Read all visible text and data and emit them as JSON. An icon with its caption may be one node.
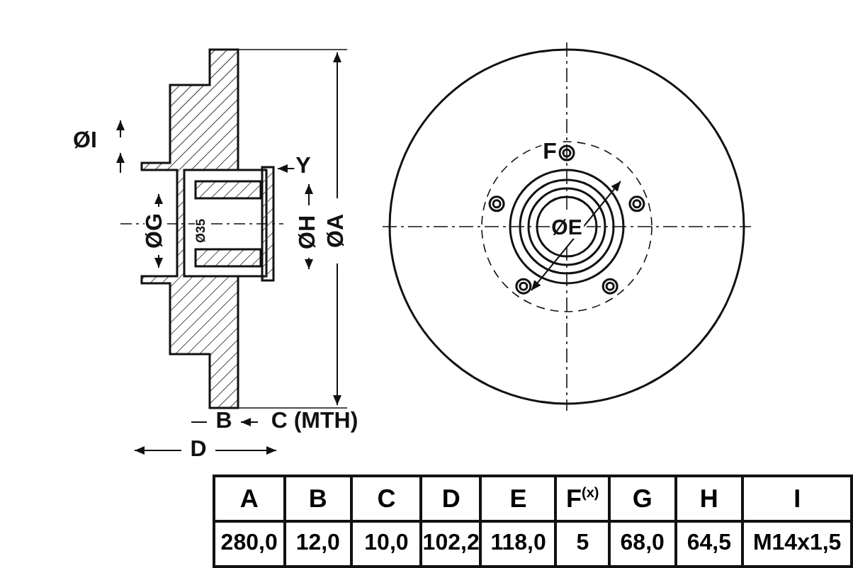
{
  "diagram": {
    "labels": [
      "ØI",
      "Y",
      "ØG",
      "Ø35",
      "ØH",
      "ØA",
      "F",
      "ØE",
      "B",
      "C (MTH)",
      "D",
      "A",
      "B",
      "C",
      "D",
      "E",
      "F$^{(x)}$",
      "G",
      "H",
      "I",
      "280,0",
      "12,0",
      "10,0",
      "102,2",
      "118,0",
      "5",
      "68,0",
      "64,5",
      "M14x1,5"
    ]
  }
}
